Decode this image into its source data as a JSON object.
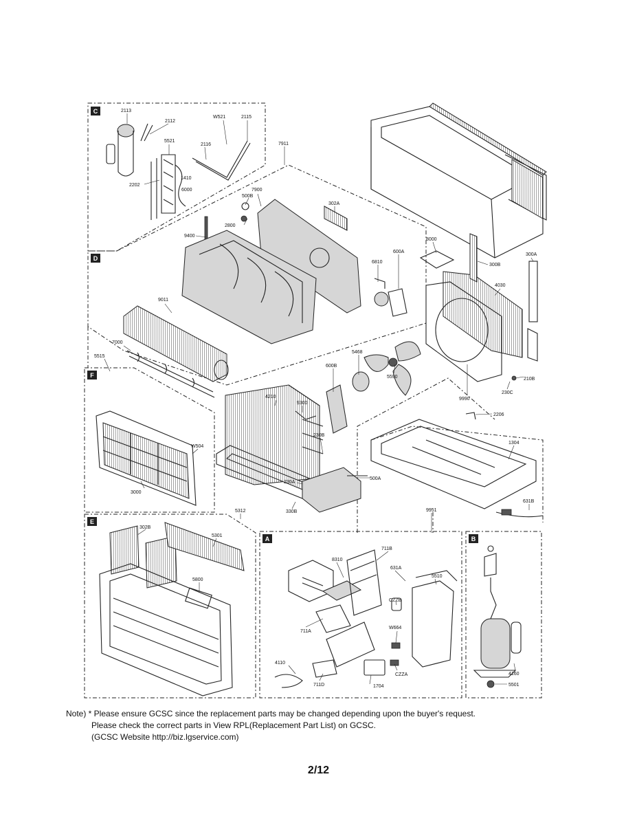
{
  "sections": [
    {
      "id": "C",
      "letter": "C"
    },
    {
      "id": "D",
      "letter": "D"
    },
    {
      "id": "F",
      "letter": "F"
    },
    {
      "id": "E",
      "letter": "E"
    },
    {
      "id": "A",
      "letter": "A"
    },
    {
      "id": "B",
      "letter": "B"
    }
  ],
  "parts": {
    "p2113": "2113",
    "p2112": "2112",
    "pW521": "W521",
    "p2115": "2115",
    "p5521": "5521",
    "p2116": "2116",
    "p2202": "2202",
    "p1410": "1410",
    "p6000": "6000",
    "p7911": "7911",
    "p7900": "7900",
    "p500B": "500B",
    "p302A": "302A",
    "p2800": "2800",
    "p9400": "9400",
    "p600A": "600A",
    "p6810": "6810",
    "p8000": "8000",
    "p300B": "300B",
    "p300A": "300A",
    "p4030": "4030",
    "p9011": "9011",
    "p7000": "7000",
    "p5515": "5515",
    "p5468": "5468",
    "p600B": "600B",
    "p5590": "5590",
    "p9990": "9990",
    "p210B": "210B",
    "p230C": "230C",
    "p4210": "4210",
    "p9300": "9300",
    "p2206": "2206",
    "p230B": "230B",
    "p1304": "1304",
    "pW504": "W504",
    "p500A": "500A",
    "p230A": "230A",
    "p3000": "3000",
    "p330B": "330B",
    "p631B": "631B",
    "p5312": "5312",
    "p9951": "9951",
    "p302B": "302B",
    "p5301": "5301",
    "p5800": "5800",
    "p711B": "711B",
    "p8310": "8310",
    "p631A": "631A",
    "p5510": "5510",
    "pCZZB": "CZZB",
    "pW664": "W664",
    "p711A": "711A",
    "p4110": "4110",
    "pCZZA": "CZZA",
    "p711D": "711D",
    "p1704": "1704",
    "p4160": "4160",
    "p5501": "5501"
  },
  "note": {
    "line1": "Note) * Please ensure GCSC since the replacement parts may be changed depending upon the buyer's request.",
    "line2": "Please check  the correct parts in View RPL(Replacement Part List) on GCSC.",
    "line3": "(GCSC Website  http://biz.lgservice.com)"
  },
  "page_number": "2/12"
}
